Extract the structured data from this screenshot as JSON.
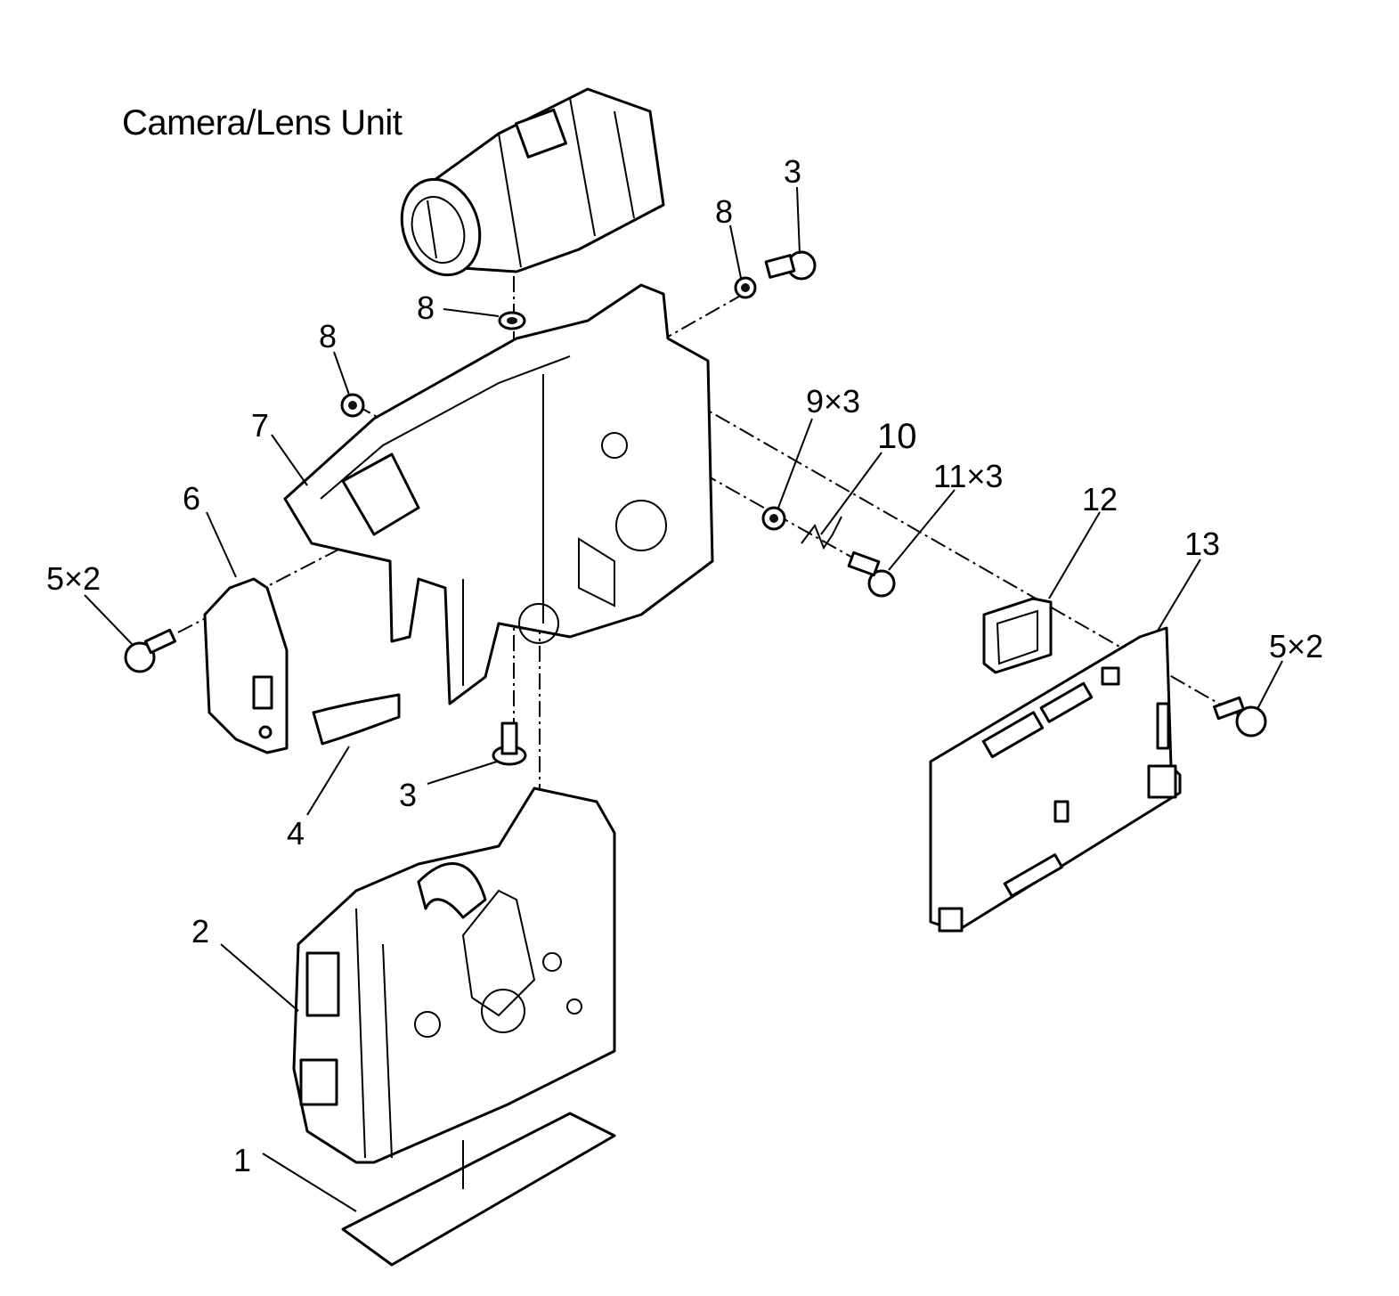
{
  "title": "Camera/Lens Unit",
  "callouts": {
    "c1": "1",
    "c2": "2",
    "c3_top": "3",
    "c3_bottom": "3",
    "c4": "4",
    "c5_left": "5×2",
    "c5_right": "5×2",
    "c6": "6",
    "c7": "7",
    "c8_top": "8",
    "c8_left": "8",
    "c8_center": "8",
    "c9": "9×3",
    "c10": "10",
    "c11": "11×3",
    "c12": "12",
    "c13": "13"
  }
}
